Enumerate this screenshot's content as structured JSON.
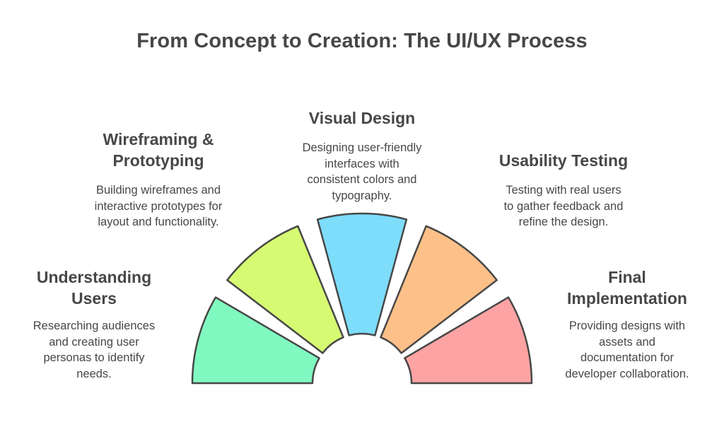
{
  "title": "From Concept to Creation: The UI/UX Process",
  "steps": [
    {
      "title_lines": [
        "Understanding",
        "Users"
      ],
      "desc_lines": [
        "Researching audiences",
        "and creating user",
        "personas to identify",
        "needs."
      ],
      "color": "#80F9C1"
    },
    {
      "title_lines": [
        "Wireframing &",
        "Prototyping"
      ],
      "desc_lines": [
        "Building wireframes and",
        "interactive prototypes for",
        "layout and functionality."
      ],
      "color": "#D6FB72"
    },
    {
      "title_lines": [
        "Visual Design"
      ],
      "desc_lines": [
        "Designing user-friendly",
        "interfaces with",
        "consistent colors and",
        "typography."
      ],
      "color": "#7DDDFB"
    },
    {
      "title_lines": [
        "Usability Testing"
      ],
      "desc_lines": [
        "Testing with real users",
        "to gather feedback and",
        "refine the design."
      ],
      "color": "#FDC088"
    },
    {
      "title_lines": [
        "Final",
        "Implementation"
      ],
      "desc_lines": [
        "Providing designs with",
        "assets and",
        "documentation for",
        "developer collaboration."
      ],
      "color": "#FDA3A3"
    }
  ]
}
